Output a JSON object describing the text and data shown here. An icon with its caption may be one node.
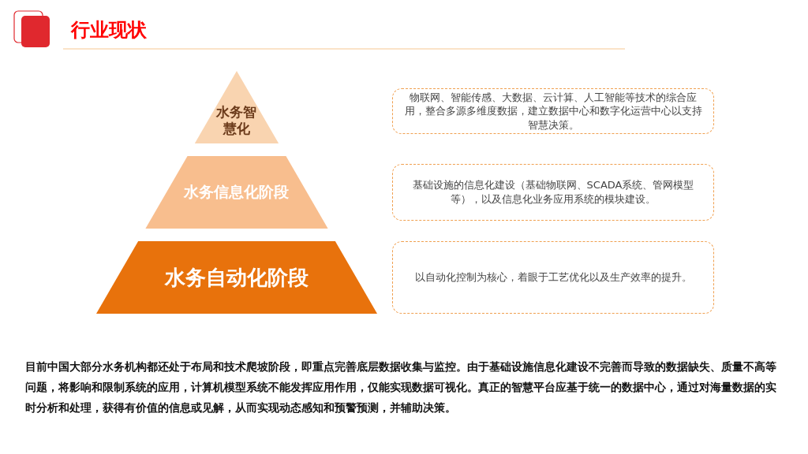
{
  "diagram": {
    "title": "行业现状",
    "nodes": [
      {
        "text": [
          "水务智慧化"
        ]
      },
      {
        "text": [
          "水务信息化阶段"
        ]
      },
      {
        "text": [
          "水务自动化阶段"
        ]
      },
      {
        "text": [
          "物联网、智能传感、大数据、云计算、人工智能等技术的综合应用，整合多源多维度数据，建立数据中心和数字化运营中心以支持智慧决策。"
        ]
      },
      {
        "text": [
          "基础设施的信息化建设（基础物联网、SCADA系统、管网模型等），以及信息化业务应用系统的模块建设。"
        ]
      },
      {
        "text": [
          "以自动化控制为核心，着眼于工艺优化以及生产效率的提升。"
        ]
      }
    ],
    "edges": [],
    "labels": [
      "目前中国大部分水务机构都还处于布局和技术爬坡阶段，即**重点完善底层数据收集与监控**。由于基础设施信息化建设不完善而导致的**数据缺失、质量不高**等问题，将影响和限制系统的应用，计算机模型系统不能发挥应用作用，仅能实现数据可视化。真正的智慧平台应基于**统一的数据中心**，通过对**海量数据的实时分析和处理**，获得有价值的信息或见解，从而实现**动态感知和预警预测**，并辅助决策。"
    ]
  }
}
